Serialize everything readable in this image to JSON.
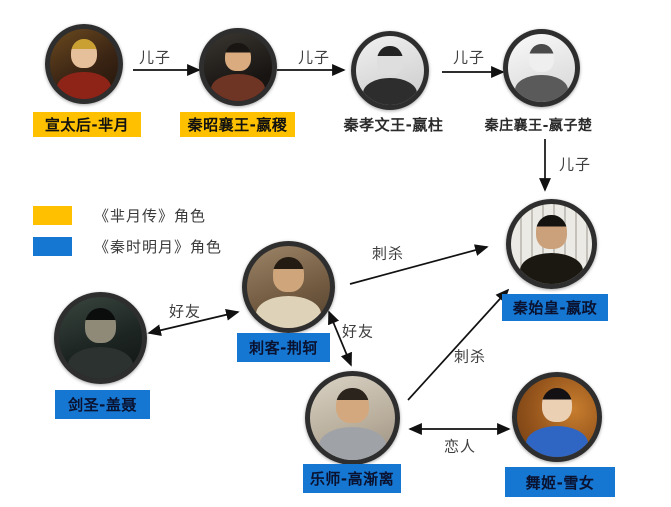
{
  "diagram": {
    "description": "Character relationship diagram linking Qin-dynasty roles from two Chinese TV dramas",
    "legend": {
      "items": [
        {
          "label": "《芈月传》角色",
          "swatch_color": "#FFC000"
        },
        {
          "label": "《秦时明月》角色",
          "swatch_color": "#1577D2"
        }
      ]
    },
    "nodes": [
      {
        "id": "miyue",
        "label": "宣太后-芈月",
        "series": "芈月传"
      },
      {
        "id": "yingji",
        "label": "秦昭襄王-嬴稷",
        "series": "芈月传"
      },
      {
        "id": "yingzhu",
        "label": "秦孝文王-嬴柱",
        "series": ""
      },
      {
        "id": "yingzichu",
        "label": "秦庄襄王-嬴子楚",
        "series": ""
      },
      {
        "id": "qinshihuang",
        "label": "秦始皇-嬴政",
        "series": "秦时明月"
      },
      {
        "id": "jingke",
        "label": "刺客-荆轲",
        "series": "秦时明月"
      },
      {
        "id": "gainie",
        "label": "剑圣-盖聂",
        "series": "秦时明月"
      },
      {
        "id": "gaojianli",
        "label": "乐师-高渐离",
        "series": "秦时明月"
      },
      {
        "id": "xuenv",
        "label": "舞姬-雪女",
        "series": "秦时明月"
      }
    ],
    "edges": [
      {
        "from": "宣太后-芈月",
        "to": "秦昭襄王-嬴稷",
        "label": "儿子",
        "arrow": "single"
      },
      {
        "from": "秦昭襄王-嬴稷",
        "to": "秦孝文王-嬴柱",
        "label": "儿子",
        "arrow": "single"
      },
      {
        "from": "秦孝文王-嬴柱",
        "to": "秦庄襄王-嬴子楚",
        "label": "儿子",
        "arrow": "single"
      },
      {
        "from": "秦庄襄王-嬴子楚",
        "to": "秦始皇-嬴政",
        "label": "儿子",
        "arrow": "single"
      },
      {
        "from": "剑圣-盖聂",
        "to": "刺客-荆轲",
        "label": "好友",
        "arrow": "double"
      },
      {
        "from": "刺客-荆轲",
        "to": "秦始皇-嬴政",
        "label": "刺杀",
        "arrow": "single"
      },
      {
        "from": "刺客-荆轲",
        "to": "乐师-高渐离",
        "label": "好友",
        "arrow": "double"
      },
      {
        "from": "乐师-高渐离",
        "to": "秦始皇-嬴政",
        "label": "刺杀",
        "arrow": "single"
      },
      {
        "from": "乐师-高渐离",
        "to": "舞姬-雪女",
        "label": "恋人",
        "arrow": "double"
      }
    ],
    "colors": {
      "accent-yellow": "#FFC000",
      "accent-blue": "#1577D2",
      "arrow": "#111111",
      "ring": "#2e2e2e",
      "label-text": "#111111",
      "relation-text": "#3f3f3f"
    }
  }
}
